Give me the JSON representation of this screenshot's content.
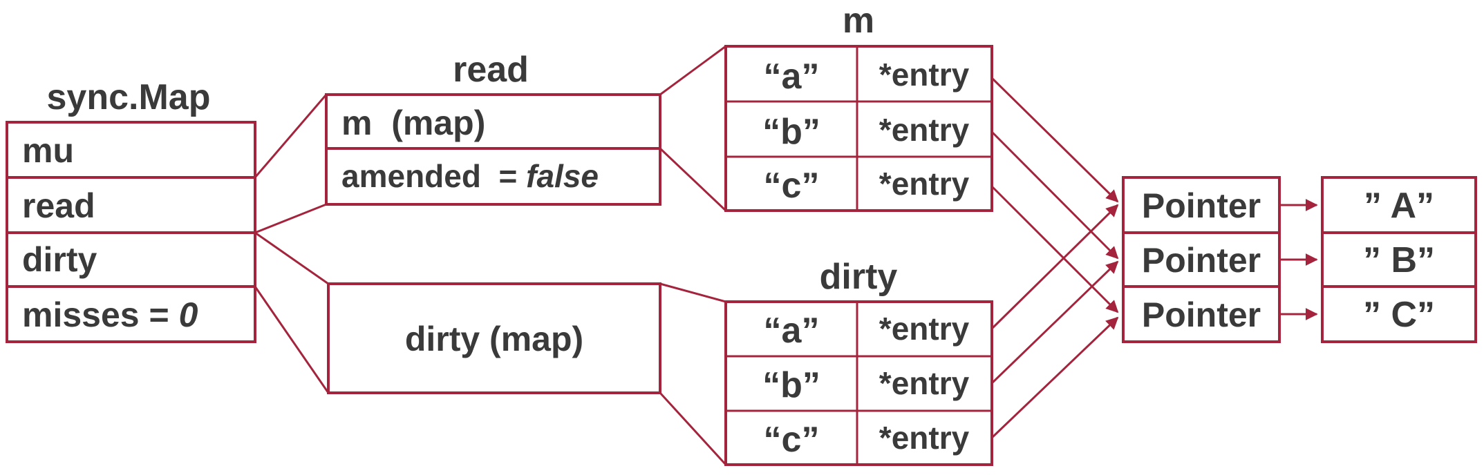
{
  "colors": {
    "stroke": "#a3243c",
    "text": "#3a3a3a"
  },
  "syncmap": {
    "title": "sync.Map",
    "fields": {
      "mu": "mu",
      "read": "read",
      "dirty": "dirty",
      "misses_label": "misses = ",
      "misses_value": "0"
    }
  },
  "read_struct": {
    "title": "read",
    "m_field": "m  (map)",
    "amended_label": "amended  = ",
    "amended_value": "false"
  },
  "dirty_struct": {
    "field": "dirty (map)"
  },
  "m_map": {
    "title": "m",
    "rows": [
      {
        "key": "“a”",
        "value": "*entry"
      },
      {
        "key": "“b”",
        "value": "*entry"
      },
      {
        "key": "“c”",
        "value": "*entry"
      }
    ]
  },
  "dirty_map": {
    "title": "dirty",
    "rows": [
      {
        "key": "“a”",
        "value": "*entry"
      },
      {
        "key": "“b”",
        "value": "*entry"
      },
      {
        "key": "“c”",
        "value": "*entry"
      }
    ]
  },
  "pointers": [
    "Pointer",
    "Pointer",
    "Pointer"
  ],
  "values": [
    "” A”",
    "” B”",
    "” C”"
  ]
}
